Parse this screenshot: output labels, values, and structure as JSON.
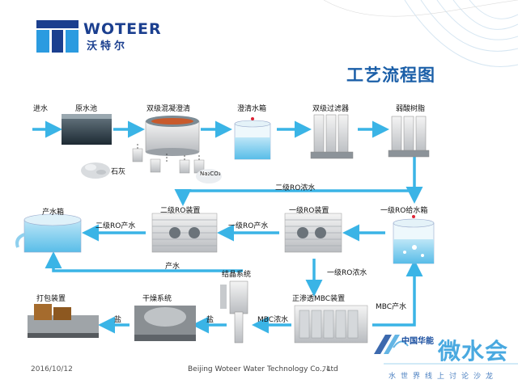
{
  "header": {
    "logo_text": "WOTEER",
    "logo_cn": "沃特尔",
    "title": "工艺流程图"
  },
  "nodes": {
    "inlet": "进水",
    "raw_pool": "原水池",
    "clarifier": "双级混凝澄清",
    "clear_tank": "澄清水箱",
    "dual_filter": "双级过滤器",
    "weak_acid_resin": "弱酸树脂",
    "lime": "石灰",
    "na2co3": "Na₂CO₃",
    "product_tank": "产水箱",
    "ro2": "二级RO装置",
    "ro1": "一级RO装置",
    "ro1_feed_tank": "一级RO给水箱",
    "packing": "打包装置",
    "dryer": "干燥系统",
    "crystallizer": "结晶系统",
    "mbc": "正渗透MBC装置"
  },
  "edges": {
    "ro2_concentrate": "二级RO浓水",
    "ro2_product": "二级RO产水",
    "ro1_product": "一级RO产水",
    "product_water": "产水",
    "ro1_concentrate": "一级RO浓水",
    "salt_a": "盐",
    "salt_b": "盐",
    "mbc_concentrate": "MBC浓水",
    "mbc_product": "MBC产水"
  },
  "footer": {
    "date": "2016/10/12",
    "company": "Beijing Woteer Water Technology Co., Ltd",
    "page": "74"
  },
  "watermark": {
    "brand": "中国华能",
    "big": "微水会",
    "slogan": "水世界线上讨论沙龙"
  },
  "colors": {
    "flow_arrow": "#3ab4e6",
    "title": "#1b5fa8",
    "logo": "#1b3f8f",
    "water": "#7fd0f0"
  }
}
